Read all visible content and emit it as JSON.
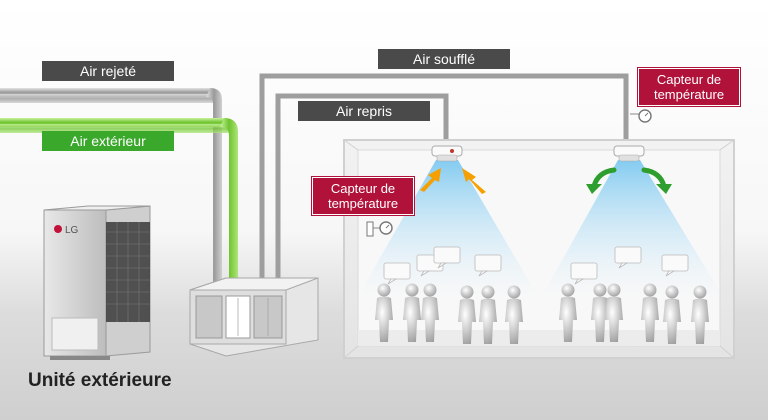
{
  "labels": {
    "air_rejete": "Air rejeté",
    "air_exterieur": "Air extérieur",
    "air_souffle": "Air soufflé",
    "air_repris": "Air repris",
    "capteur_left": "Capteur de température",
    "capteur_right": "Capteur de température",
    "unite_exterieure": "Unité extérieure",
    "brand_logo": "LG"
  },
  "colors": {
    "pipe_gray": "#b5b5b5",
    "pipe_green": "#7ed13c",
    "label_dark": "#4a4a4a",
    "label_green": "#3aa82a",
    "label_red": "#b0123a",
    "arrow_orange": "#f5a000",
    "arrow_green": "#2e9e2e",
    "airflow_blue": "#9fd4f0"
  },
  "icons": [
    "thermometer-sensor-icon",
    "ceiling-cassette-icon",
    "person-figure-icon",
    "speech-bubble-icon"
  ]
}
